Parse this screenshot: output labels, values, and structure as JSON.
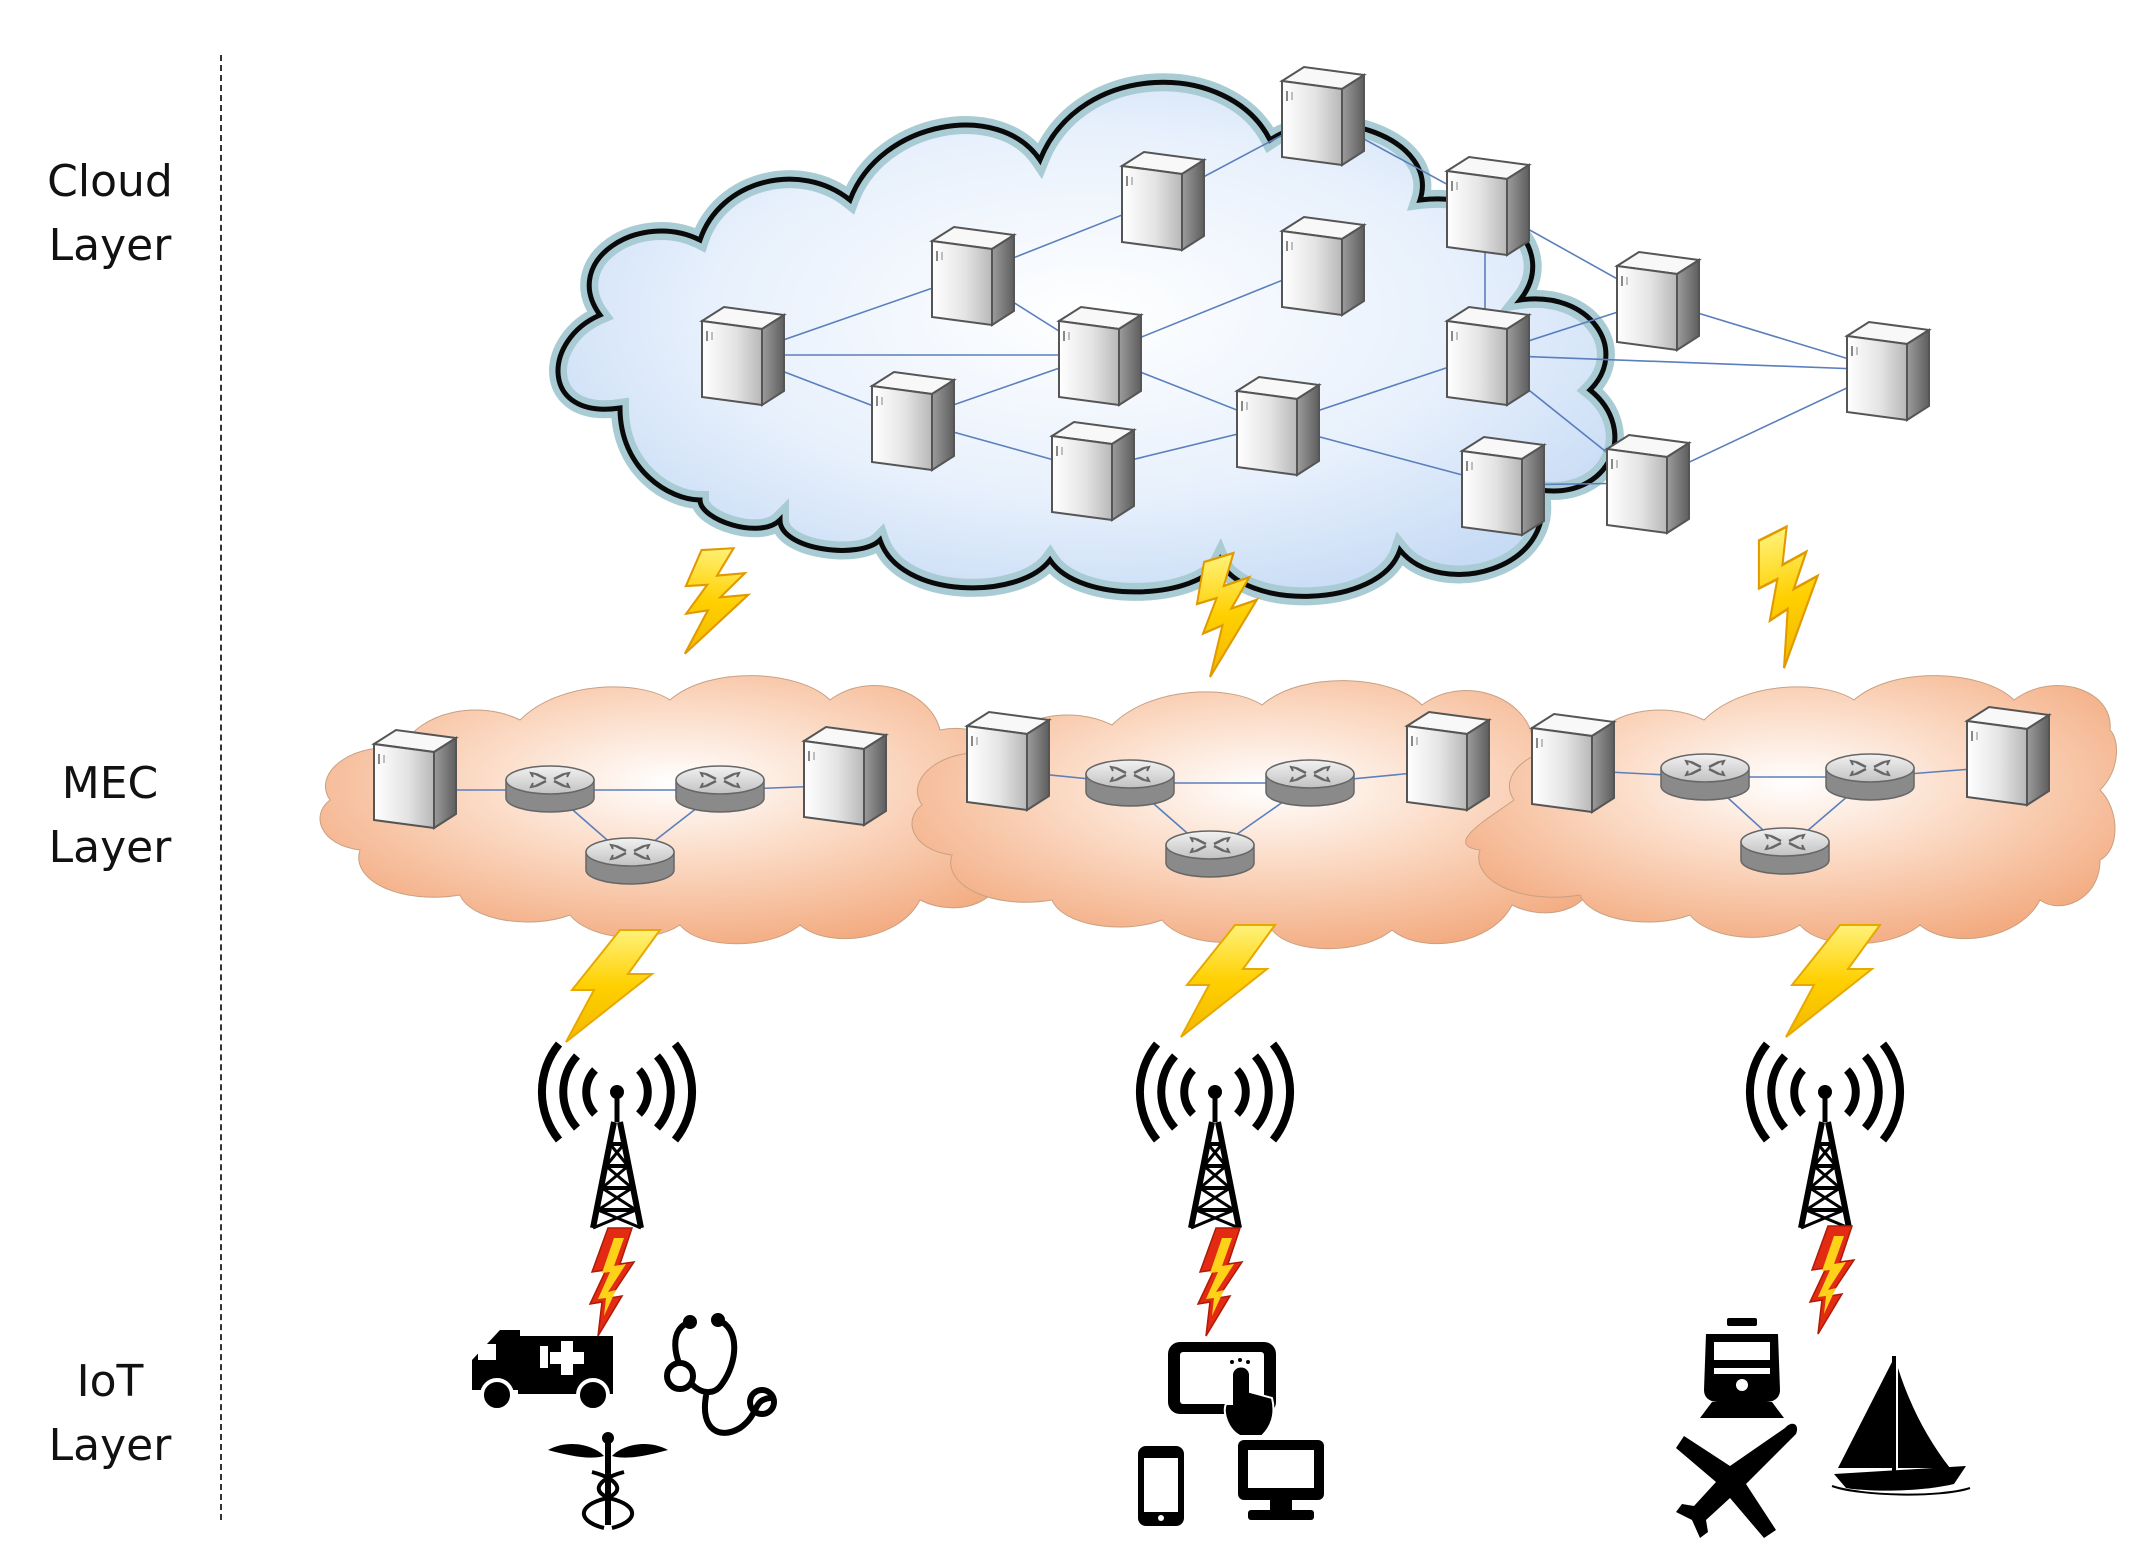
{
  "layers": {
    "cloud": {
      "line1": "Cloud",
      "line2": "Layer"
    },
    "mec": {
      "line1": "MEC",
      "line2": "Layer"
    },
    "iot": {
      "line1": "IoT",
      "line2": "Layer"
    }
  },
  "icons": {
    "cloud_server": "server-icon",
    "edge_server": "server-icon",
    "router": "router-icon",
    "link": "lightning-bolt-icon",
    "base_station": "cell-tower-icon",
    "health_group": [
      "ambulance-icon",
      "stethoscope-icon",
      "caduceus-icon"
    ],
    "consumer_group": [
      "tablet-touch-icon",
      "smartphone-icon",
      "monitor-icon"
    ],
    "transport_group": [
      "train-icon",
      "airplane-icon",
      "sailboat-icon"
    ]
  },
  "colors": {
    "cloud_fill": "#dce9fb",
    "cloud_stroke": "#0a0a0a",
    "cloud_halo": "#9fc4cf",
    "mec_fill": "#f6b48d",
    "bolt_fill": "#ffd21a",
    "bolt_edge": "#e09a00",
    "small_bolt_red": "#e32a12",
    "link_line": "#5b7fbd"
  }
}
